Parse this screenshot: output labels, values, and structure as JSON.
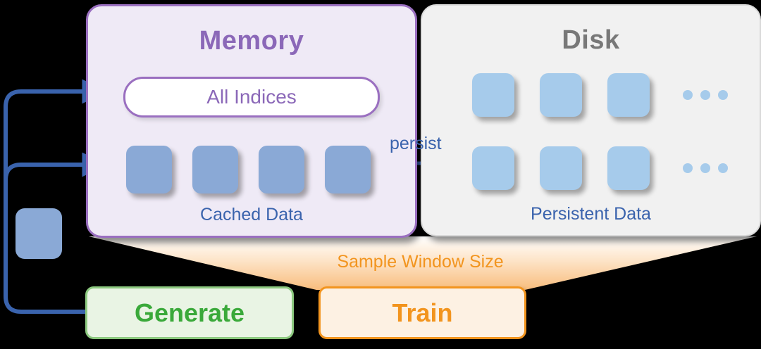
{
  "memory": {
    "title": "Memory",
    "indices_label": "All Indices",
    "cached_caption": "Cached Data",
    "cached_blocks": [
      1,
      2,
      3,
      4
    ],
    "accent": "#8b68b8",
    "panel_bg": "#efeaf6",
    "block_color": "#8aa9d6"
  },
  "disk": {
    "title": "Disk",
    "persistent_caption": "Persistent Data",
    "rows": [
      {
        "blocks": [
          1,
          2,
          3
        ],
        "overflow": "..."
      },
      {
        "blocks": [
          1,
          2,
          3
        ],
        "overflow": "..."
      }
    ],
    "accent": "#787878",
    "panel_bg": "#f1f1f1",
    "block_color": "#a6cbeb"
  },
  "flow": {
    "persist_label": "persist",
    "arrow_color": "#3a63ad",
    "sample_window_label": "Sample Window Size",
    "funnel_color": "#f2941e"
  },
  "actions": {
    "generate": {
      "label": "Generate",
      "color": "#3aa93a",
      "bg": "#e9f4e4",
      "border": "#8cc97f"
    },
    "train": {
      "label": "Train",
      "color": "#f2941e",
      "bg": "#fdf1e3",
      "border": "#f2941e"
    }
  }
}
